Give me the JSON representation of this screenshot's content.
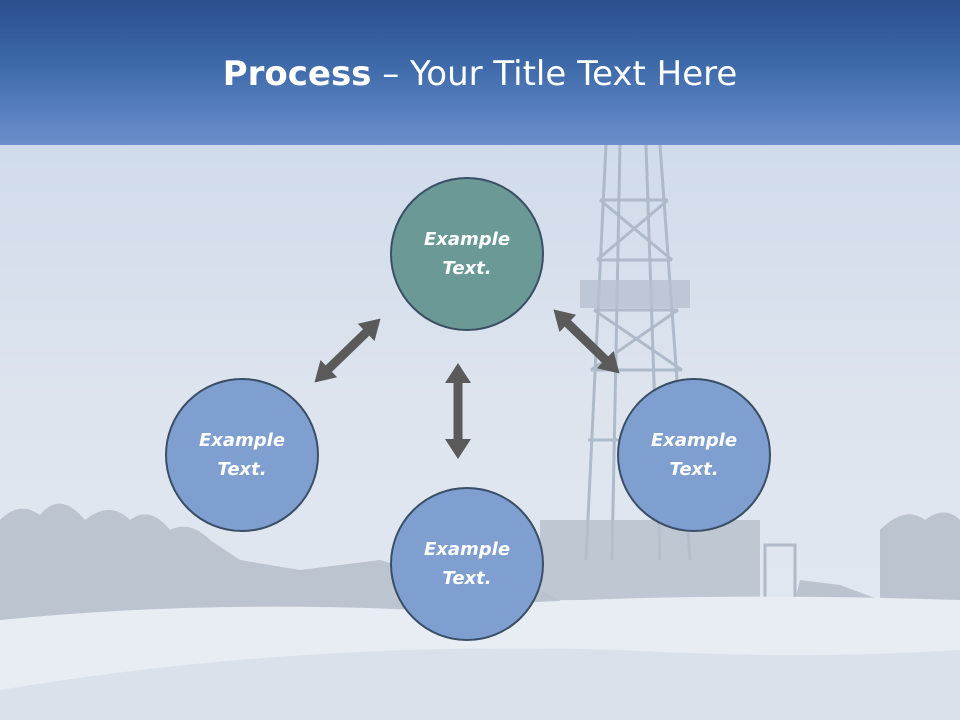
{
  "slide": {
    "title_bold": "Process",
    "title_rest": " – Your Title Text Here"
  },
  "nodes": [
    {
      "id": "top",
      "label": "Example\nText.",
      "color": "#6b9a96"
    },
    {
      "id": "left",
      "label": "Example\nText.",
      "color": "#7f9fd0"
    },
    {
      "id": "right",
      "label": "Example\nText.",
      "color": "#7f9fd0"
    },
    {
      "id": "bottom",
      "label": "Example\nText.",
      "color": "#7f9fd0"
    }
  ],
  "colors": {
    "header": "#3e6aaa",
    "arrow": "#5a5a5a",
    "circle_border": "#3a4f66"
  },
  "icons": [
    "double-arrow-icon"
  ]
}
